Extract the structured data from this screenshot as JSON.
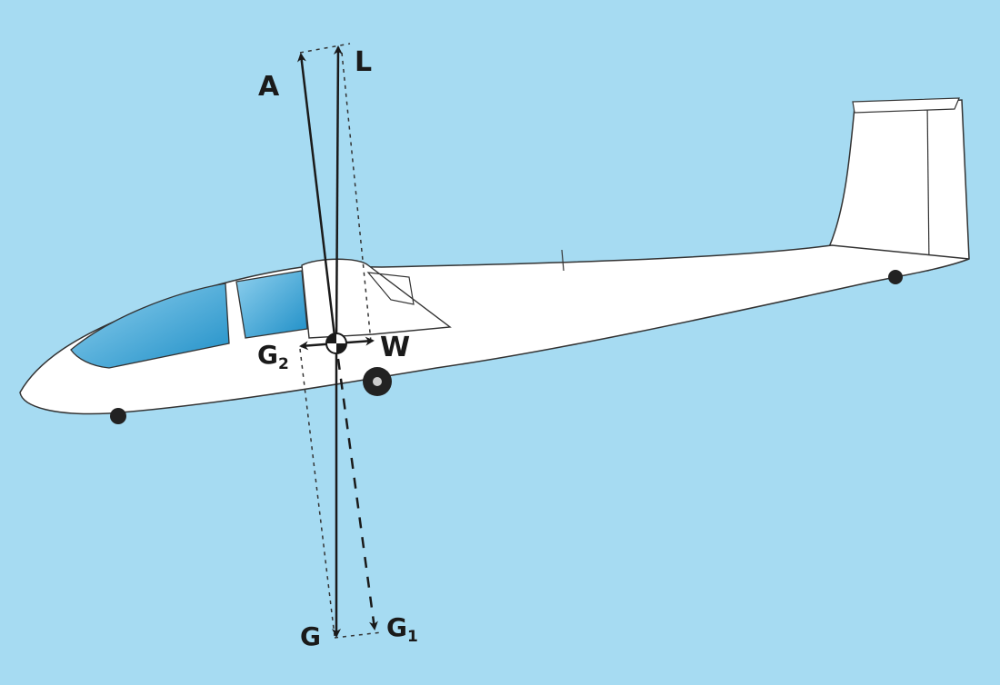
{
  "diagram": {
    "labels": {
      "A": "A",
      "L": "L",
      "W": "W",
      "G": "G",
      "G1_base": "G",
      "G1_sub": "1",
      "G2_base": "G",
      "G2_sub": "2"
    },
    "colors": {
      "background": "#a6dbf2",
      "glider": "#ffffff",
      "canopy": "#3fa9d8",
      "vector": "#1a1a1a"
    }
  }
}
